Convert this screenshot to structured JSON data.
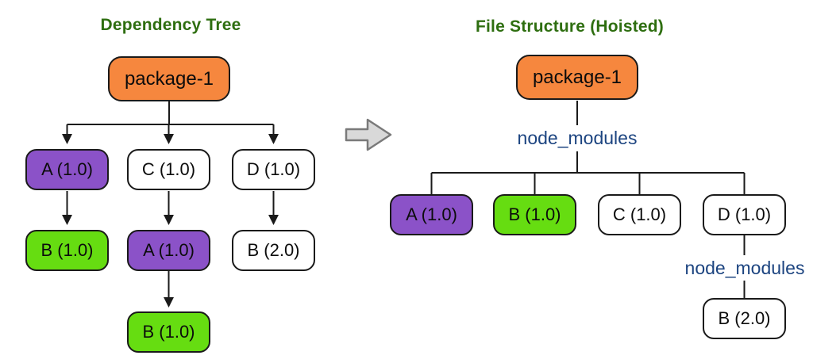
{
  "page": {
    "background": "#FFFFFF"
  },
  "connector_color": "#1A1A1A",
  "transform_arrow": {
    "name": "right-block-arrow",
    "fill": "#D9D9D9",
    "stroke": "#7A7A7A"
  },
  "left_tree": {
    "title": "Dependency Tree",
    "title_color": "#2E6E10",
    "root": {
      "label": "package-1",
      "fill": "#F6873E"
    },
    "level2": [
      {
        "label": "A (1.0)",
        "fill": "#8B52C8"
      },
      {
        "label": "C (1.0)",
        "fill": "#FFFFFF"
      },
      {
        "label": "D (1.0)",
        "fill": "#FFFFFF"
      }
    ],
    "level3": [
      {
        "label": "B (1.0)",
        "fill": "#66DD11"
      },
      {
        "label": "A (1.0)",
        "fill": "#8B52C8"
      },
      {
        "label": "B (2.0)",
        "fill": "#FFFFFF"
      }
    ],
    "level4": [
      {
        "label": "B (1.0)",
        "fill": "#66DD11"
      }
    ]
  },
  "right_tree": {
    "title": "File Structure (Hoisted)",
    "title_color": "#2E6E10",
    "root": {
      "label": "package-1",
      "fill": "#F6873E"
    },
    "folder_label": "node_modules",
    "folder_label_color": "#1C4480",
    "children": [
      {
        "label": "A (1.0)",
        "fill": "#8B52C8"
      },
      {
        "label": "B (1.0)",
        "fill": "#66DD11"
      },
      {
        "label": "C (1.0)",
        "fill": "#FFFFFF"
      },
      {
        "label": "D (1.0)",
        "fill": "#FFFFFF"
      }
    ],
    "nested_folder_label": "node_modules",
    "nested_child": {
      "label": "B (2.0)",
      "fill": "#FFFFFF"
    }
  }
}
